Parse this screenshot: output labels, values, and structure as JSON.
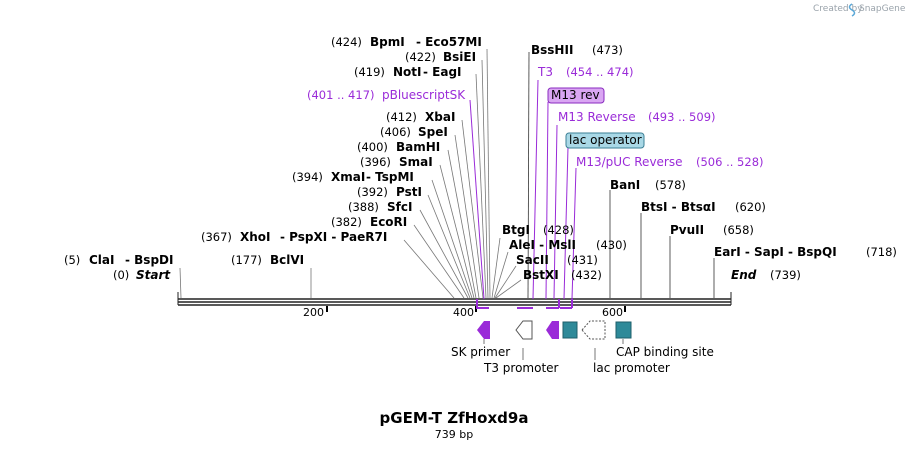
{
  "credit": {
    "created_by": "Created by",
    "brand": "SnapGene"
  },
  "map": {
    "name": "pGEM-T ZfHoxd9a",
    "length_label": "739 bp",
    "ruler_ticks": [
      "200",
      "400",
      "600"
    ]
  },
  "enzymes_left": [
    {
      "pos": "(424)",
      "name": "BpmI",
      "extra": "- Eco57MI"
    },
    {
      "pos": "(422)",
      "name": "BsiEI",
      "extra": ""
    },
    {
      "pos": "(419)",
      "name": "NotI",
      "extra": "- EagI"
    },
    {
      "pos": "(412)",
      "name": "XbaI",
      "extra": ""
    },
    {
      "pos": "(406)",
      "name": "SpeI",
      "extra": ""
    },
    {
      "pos": "(400)",
      "name": "BamHI",
      "extra": ""
    },
    {
      "pos": "(396)",
      "name": "SmaI",
      "extra": ""
    },
    {
      "pos": "(394)",
      "name": "XmaI",
      "extra": "- TspMI"
    },
    {
      "pos": "(392)",
      "name": "PstI",
      "extra": ""
    },
    {
      "pos": "(388)",
      "name": "SfcI",
      "extra": ""
    },
    {
      "pos": "(382)",
      "name": "EcoRI",
      "extra": ""
    },
    {
      "pos": "(367)",
      "name": "XhoI",
      "extra": "- PspXI - PaeR7I"
    },
    {
      "pos": "(5)",
      "name": "ClaI",
      "extra": "- BspDI"
    },
    {
      "pos": "(177)",
      "name": "BclVI",
      "extra": ""
    }
  ],
  "enzymes_right": [
    {
      "name": "BssHII",
      "pos": "(473)"
    },
    {
      "name": "BanI",
      "pos": "(578)"
    },
    {
      "name": "BtsI - BtsαI",
      "pos": "(620)"
    },
    {
      "name": "PvuII",
      "pos": "(658)"
    },
    {
      "name": "EarI - SapI - BspQI",
      "pos": "(718)"
    }
  ],
  "enzymes_mid": [
    {
      "name": "BtgI",
      "pos": "(428)"
    },
    {
      "name": "AleI - MslI",
      "pos": "(430)"
    },
    {
      "name": "SacII",
      "pos": "(431)"
    },
    {
      "name": "BstXI",
      "pos": "(432)"
    }
  ],
  "start_end": {
    "start_pos": "(0)",
    "start": "Start",
    "end": "End",
    "end_pos": "(739)"
  },
  "primers": [
    {
      "pos": "(401 .. 417)",
      "name": "pBluescriptSK"
    },
    {
      "name": "T3",
      "pos": "(454 .. 474)"
    },
    {
      "name": "M13 Reverse",
      "pos": "(493 .. 509)"
    },
    {
      "name": "M13/pUC Reverse",
      "pos": "(506 .. 528)"
    }
  ],
  "boxed": {
    "m13rev": "M13 rev",
    "lac_operator": "lac operator"
  },
  "features": {
    "sk_primer": "SK primer",
    "t3_promoter": "T3 promoter",
    "lac_promoter": "lac promoter",
    "cap_site": "CAP binding site"
  },
  "colors": {
    "purple": "#9a2bd8",
    "teal": "#2e8a99",
    "lac_box": "#a9d8e6",
    "m13_box": "#d9a6f2"
  }
}
